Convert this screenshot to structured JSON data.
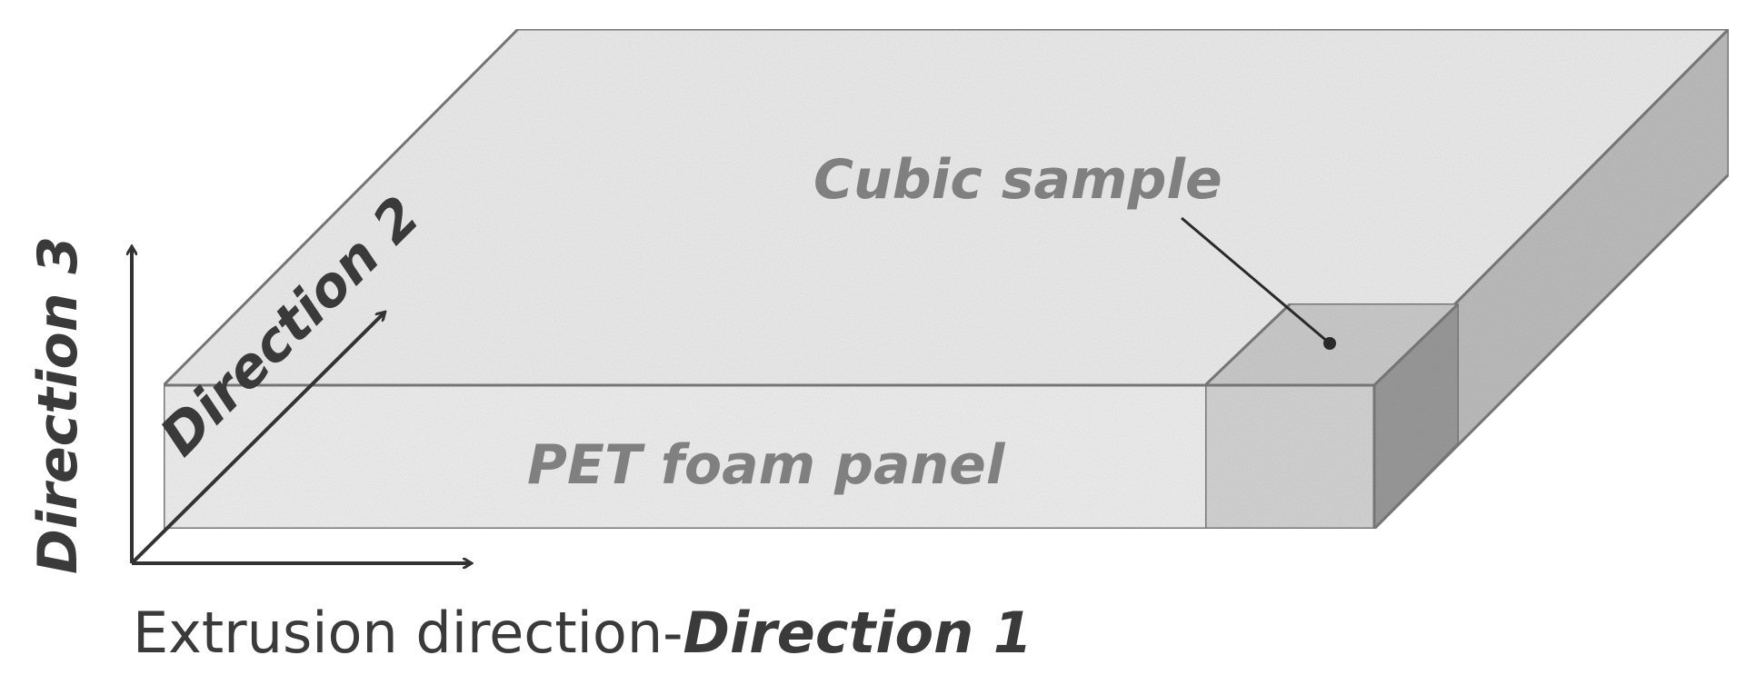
{
  "labels": {
    "cubic_sample": "Cubic sample",
    "pet_foam_panel": "PET foam panel",
    "direction_2": "Direction 2",
    "direction_3": "Direction 3",
    "caption_prefix": "Extrusion direction-",
    "caption_direction": "Direction 1"
  },
  "colors": {
    "panel_top": "#ececec",
    "panel_front": "#efefef",
    "panel_side": "#bdbdbd",
    "cube_front": "#d4d4d4",
    "cube_top": "#cbcbcb",
    "cube_side": "#9a9a9a",
    "edge": "#7a7a7a",
    "arrow": "#333333",
    "gray_text": "#808080",
    "dark_text": "#3a3a3a"
  }
}
